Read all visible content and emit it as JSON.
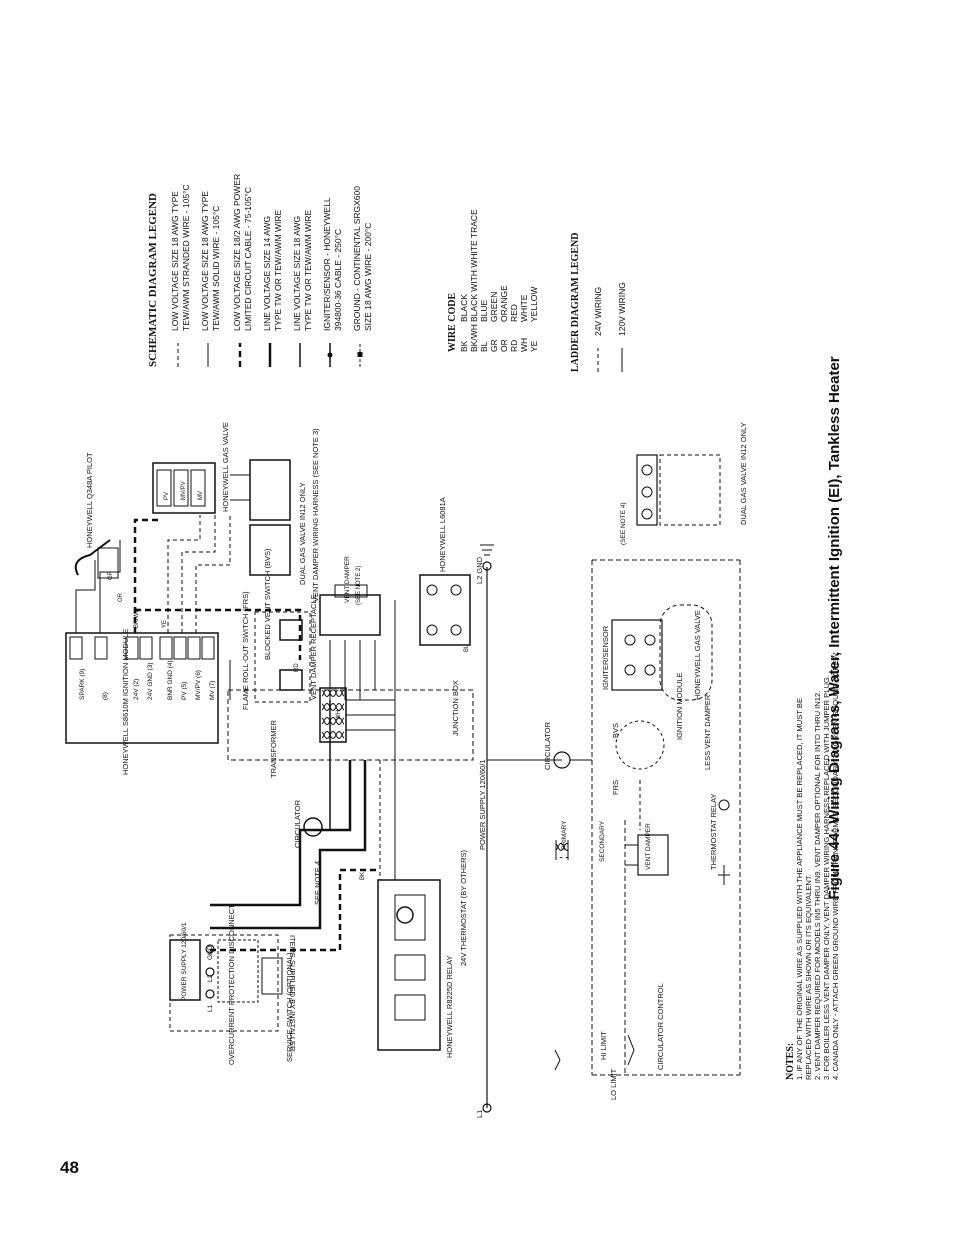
{
  "caption": "Figure 44: Wiring Diagrams, Water, Intermittent Ignition (EI), Tankless Heater",
  "page_number": "48",
  "schematic_legend": {
    "title": "SCHEMATIC DIAGRAM LEGEND",
    "entries": [
      {
        "style": "dashed-thin",
        "lines": [
          "LOW VOLTAGE SIZE 18 AWG TYPE",
          "TEW/AWM STRANDED WIRE - 105°C"
        ]
      },
      {
        "style": "solid-thin",
        "lines": [
          "LOW VOLTAGE SIZE 18 AWG TYPE",
          "TEW/AWM SOLID WIRE - 105°C"
        ]
      },
      {
        "style": "dashed-thick",
        "lines": [
          "LOW VOLTAGE SIZE 18/2 AWG POWER",
          "LIMITED CIRCUIT CABLE - 75-105°C"
        ]
      },
      {
        "style": "solid-thick",
        "lines": [
          "LINE VOLTAGE SIZE 14 AWG",
          "TYPE TW OR TEW/AWM WIRE"
        ]
      },
      {
        "style": "solid-medium",
        "lines": [
          "LINE VOLTAGE SIZE 18 AWG",
          "TYPE TW OR TEW/AWM WIRE"
        ]
      },
      {
        "style": "dot-line",
        "lines": [
          "IGNITER/SENSOR - HONEYWELL",
          "394800-36 CABLE - 250°C"
        ]
      },
      {
        "style": "square-dash",
        "lines": [
          "GROUND - CONTINENTAL SRGX600",
          "SIZE 18 AWG WIRE - 200°C"
        ]
      }
    ]
  },
  "wire_code": {
    "title": "WIRE CODE",
    "entries": [
      {
        "code": "BK",
        "name": "BLACK"
      },
      {
        "code": "BK/WH",
        "name": "BLACK WITH WHITE TRACE"
      },
      {
        "code": "BL",
        "name": "BLUE"
      },
      {
        "code": "GR",
        "name": "GREEN"
      },
      {
        "code": "OR",
        "name": "ORANGE"
      },
      {
        "code": "RD",
        "name": "RED"
      },
      {
        "code": "WH",
        "name": "WHITE"
      },
      {
        "code": "YE",
        "name": "YELLOW"
      }
    ]
  },
  "ladder_legend": {
    "title": "LADDER DIAGRAM LEGEND",
    "entries": [
      {
        "style": "dashed-thin",
        "label": "24V WIRING"
      },
      {
        "style": "solid-thin",
        "label": "120V WIRING"
      }
    ]
  },
  "notes": {
    "title": "NOTES:",
    "lines": [
      "1.  IF ANY OF THE ORIGINAL WIRE AS SUPPLIED WITH THE APPLIANCE MUST BE REPLACED, IT MUST BE",
      "     REPLACED WITH WIRE AS SHOWN OR ITS EQUIVALENT.",
      "2.  VENT DAMPER REQUIRED FOR MODELS IN5 THRU IN9.  VENT DAMPER OPTIONAL FOR INTO THRU IN12.",
      "3.  FOR BOILER LESS VENT DAMPER ONLY, VENT DAMPER WIRING HARNESS REPLACED WITH JUMPER PLUG.",
      "4.  CANADA ONLY - ATTACH GREEN GROUND WIRE FROM TRANSFORMER SECONDARY TO GREEN GROUND SCREW."
    ]
  },
  "schematic": {
    "ignition_module": "HONEYWELL S8610M IGNITION MODULE",
    "module_terminals": [
      "SPARK (9)",
      "(8)",
      "24V (2)",
      "24V GND (3)",
      "BNR GND (4)",
      "PV (5)",
      "MV/PV (6)",
      "MV (7)"
    ],
    "pilot": "HONEYWELL Q348A PILOT",
    "gas_valve": "HONEYWELL GAS VALVE",
    "gas_valve_terminals": [
      "PV",
      "MV/PV",
      "MV"
    ],
    "dual_gas_valve": "DUAL GAS VALVE IN12 ONLY",
    "blocked_vent_switch": "BLOCKED VENT SWITCH (BVS)",
    "flame_rollout": "FLAME ROLL-OUT SWITCH (FRS)",
    "vent_damper_harness": "VENT DAMPER WIRING HARNESS (SEE NOTE 3)",
    "vent_damper": "VENT DAMPER",
    "vent_damper_note": "(SEE NOTE 2)",
    "vent_damper_receptacle": "VENT DAMPER RECEPTACLE",
    "damper_plug": "HONEYWELL L6081A",
    "junction_box": "JUNCTION BOX",
    "transformer": "TRANSFORMER",
    "circulator": "CIRCULATOR",
    "thermostat": "24V THERMOSTAT (BY OTHERS)",
    "relay": "HONEYWELL R8225D RELAY",
    "power_supply": "POWER SUPPLY 120/60/1",
    "power_labels": [
      "L1",
      "L2",
      "GND"
    ],
    "disconnect": "OVERCURRENT PROTECTION DISCONNECT",
    "service_switch": "SERVICE SWITCH (OPTIONAL)",
    "installer_items": "ITEMS SUPPLIED BY INSTALLER",
    "see_note_4": "SEE NOTE 4",
    "wire_tags": [
      "OR",
      "GR",
      "BK/WH",
      "YE",
      "BL",
      "RD",
      "WH",
      "BK"
    ]
  },
  "ladder": {
    "l1": "L1",
    "l2": "L2 GND",
    "power_supply": "POWER SUPPLY 120/60/1",
    "circulator": "CIRCULATOR",
    "primary": "PRIMARY",
    "secondary": "SECONDARY",
    "hi_limit": "HI LIMIT",
    "lo_limit": "LO LIMIT",
    "circulator_control": "CIRCULATOR CONTROL",
    "thermostat_relay": "THERMOSTAT RELAY",
    "vent_damper": "VENT DAMPER",
    "frs": "FRS",
    "bvs": "BVS",
    "less_vent_damper": "LESS VENT DAMPER",
    "ignition_module": "IGNITION MODULE",
    "gas_valve": "HONEYWELL GAS VALVE",
    "igniter_sensor": "IGNITER/SENSOR",
    "dual_gas_valve": "DUAL GAS VALVE IN12 ONLY",
    "see_note_4": "(SEE NOTE 4)"
  }
}
